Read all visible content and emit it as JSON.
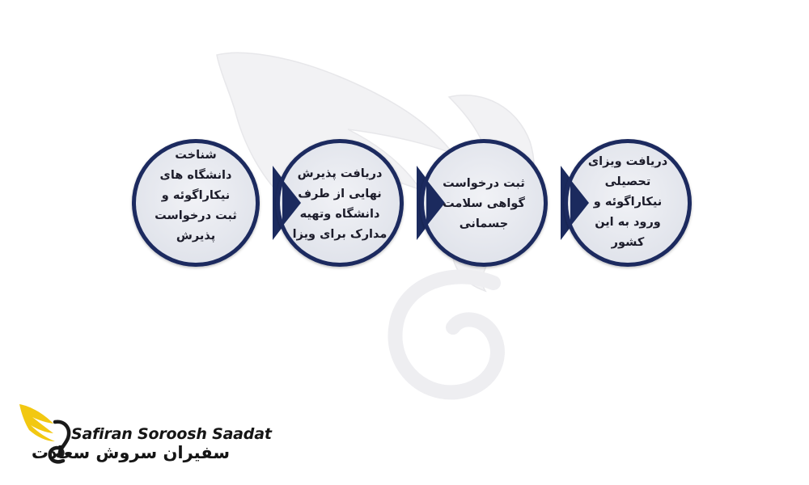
{
  "steps": [
    {
      "id": 1,
      "text": "شناخت\nدانشگاه های\nنیکاراگوئه و\nثبت درخواست\nپذیرش"
    },
    {
      "id": 2,
      "text": "دریافت پذیرش\nنهایی از طرف\nدانشگاه وتهیه\nمدارک برای ویزا"
    },
    {
      "id": 3,
      "text": "ثبت درخواست\nگواهی سلامت\nجسمانی"
    },
    {
      "id": 4,
      "text": "دریافت ویزای\nتحصیلی\nنیکاراگوئه و\nورود به این\nکشور"
    }
  ],
  "logo": {
    "latin": "Safiran Soroosh Saadat",
    "persian": "سفیران سروش سعادت"
  },
  "colors": {
    "navy": "#1b2a5e",
    "circle_fill": "#e9ebf1",
    "logo_gold": "#f2c811",
    "watermark": "#f1f1f3"
  },
  "icons": {
    "logo": "wing-icon",
    "watermark": "wing-watermark"
  }
}
